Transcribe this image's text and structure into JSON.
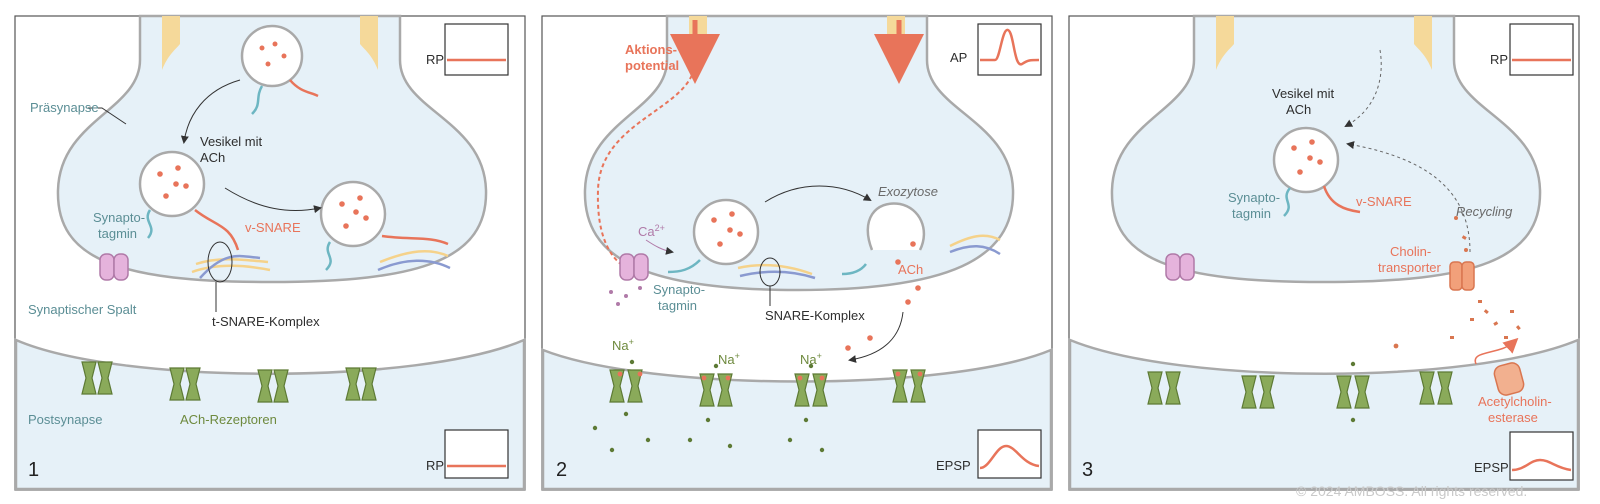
{
  "panels": [
    {
      "number": "1",
      "top_trace": "RP",
      "bottom_trace": "RP",
      "labels": {
        "presynapse": "Präsynapse",
        "vesicle": [
          "Vesikel mit",
          "ACh"
        ],
        "synaptotagmin": [
          "Synapto-",
          "tagmin"
        ],
        "vsnare": "v-SNARE",
        "cleft": "Synaptischer Spalt",
        "tsnare": "t-SNARE-Komplex",
        "postsynapse": "Postsynapse",
        "receptors": "ACh-Rezeptoren"
      }
    },
    {
      "number": "2",
      "top_trace": "AP",
      "bottom_trace": "EPSP",
      "labels": {
        "action_potential": [
          "Aktions-",
          "potential"
        ],
        "calcium": "Ca",
        "calcium_sup": "2+",
        "synaptotagmin": [
          "Synapto-",
          "tagmin"
        ],
        "snare": "SNARE-Komplex",
        "exocytosis": "Exozytose",
        "ach": "ACh",
        "sodium": "Na",
        "sodium_sup": "+"
      }
    },
    {
      "number": "3",
      "top_trace": "RP",
      "bottom_trace": "EPSP",
      "labels": {
        "vesicle": [
          "Vesikel mit",
          "ACh"
        ],
        "synaptotagmin": [
          "Synapto-",
          "tagmin"
        ],
        "vsnare": "v-SNARE",
        "recycling": "Recycling",
        "transporter": [
          "Cholin-",
          "transporter"
        ],
        "esterase": [
          "Acetylcholin-",
          "esterase"
        ]
      }
    }
  ],
  "watermark": "© 2024 AMBOSS. All rights reserved.",
  "colors": {
    "cytoplasm": "#e6f1f8",
    "membrane": "#a9a9a9",
    "vesicle_dot": "#e8745a",
    "receptor": "#8aaa5a",
    "channel": "#e5b3dc",
    "axon": "#f5d99a"
  }
}
